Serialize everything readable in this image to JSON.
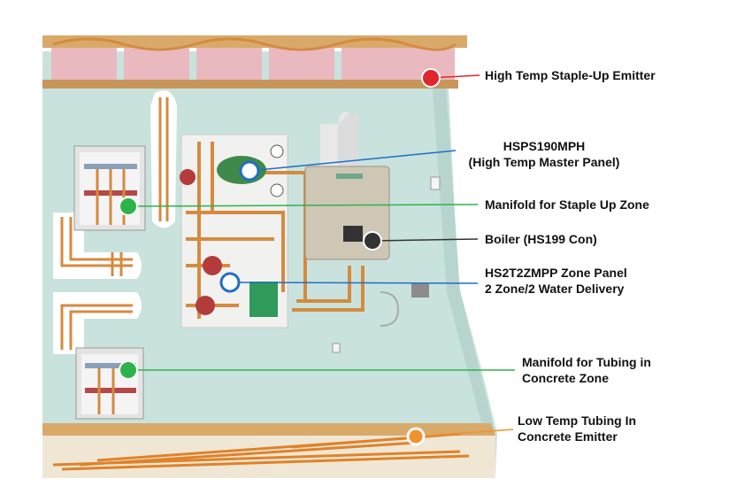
{
  "labels": {
    "staple_up_emitter": "High Temp Staple-Up Emitter",
    "master_panel_1": "HSPS190MPH",
    "master_panel_2": "(High Temp Master Panel)",
    "manifold_staple": "Manifold for Staple Up Zone",
    "boiler": "Boiler (HS199 Con)",
    "zone_panel_1": "HS2T2ZMPP Zone Panel",
    "zone_panel_2": "2 Zone/2 Water Delivery",
    "manifold_concrete_1": "Manifold for Tubing in",
    "manifold_concrete_2": "Concrete Zone",
    "low_temp_1": "Low Temp Tubing In",
    "low_temp_2": "Concrete Emitter"
  },
  "colors": {
    "wall": "#c9e2dd",
    "insulation": "#e9b9bf",
    "wood": "#d9a96a",
    "copper": "#d58a3f",
    "red_marker": "#e0262b",
    "blue_marker": "#1f6fc2",
    "green_marker": "#2db34a",
    "gray_marker": "#333333",
    "orange_marker": "#f0922e",
    "boiler_body": "#cfc7b6"
  }
}
